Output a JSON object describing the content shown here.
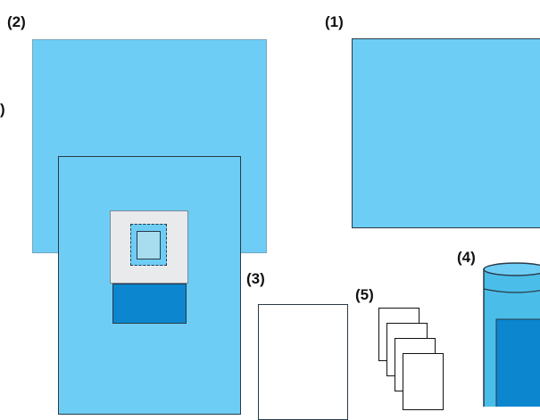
{
  "labels": {
    "item_1": "(1)",
    "item_2": "(2)",
    "item_3": "(3)",
    "item_4": "(4)",
    "item_5": "(5)",
    "partial_edge": ")"
  },
  "colors": {
    "light_blue": "#6ecdf5",
    "medium_blue": "#4bbde9",
    "dark_blue": "#0b86cf",
    "pale_gray": "#e8eaec",
    "pale_blue": "#a8dcef",
    "outline": "#2b3a48",
    "white": "#ffffff"
  }
}
